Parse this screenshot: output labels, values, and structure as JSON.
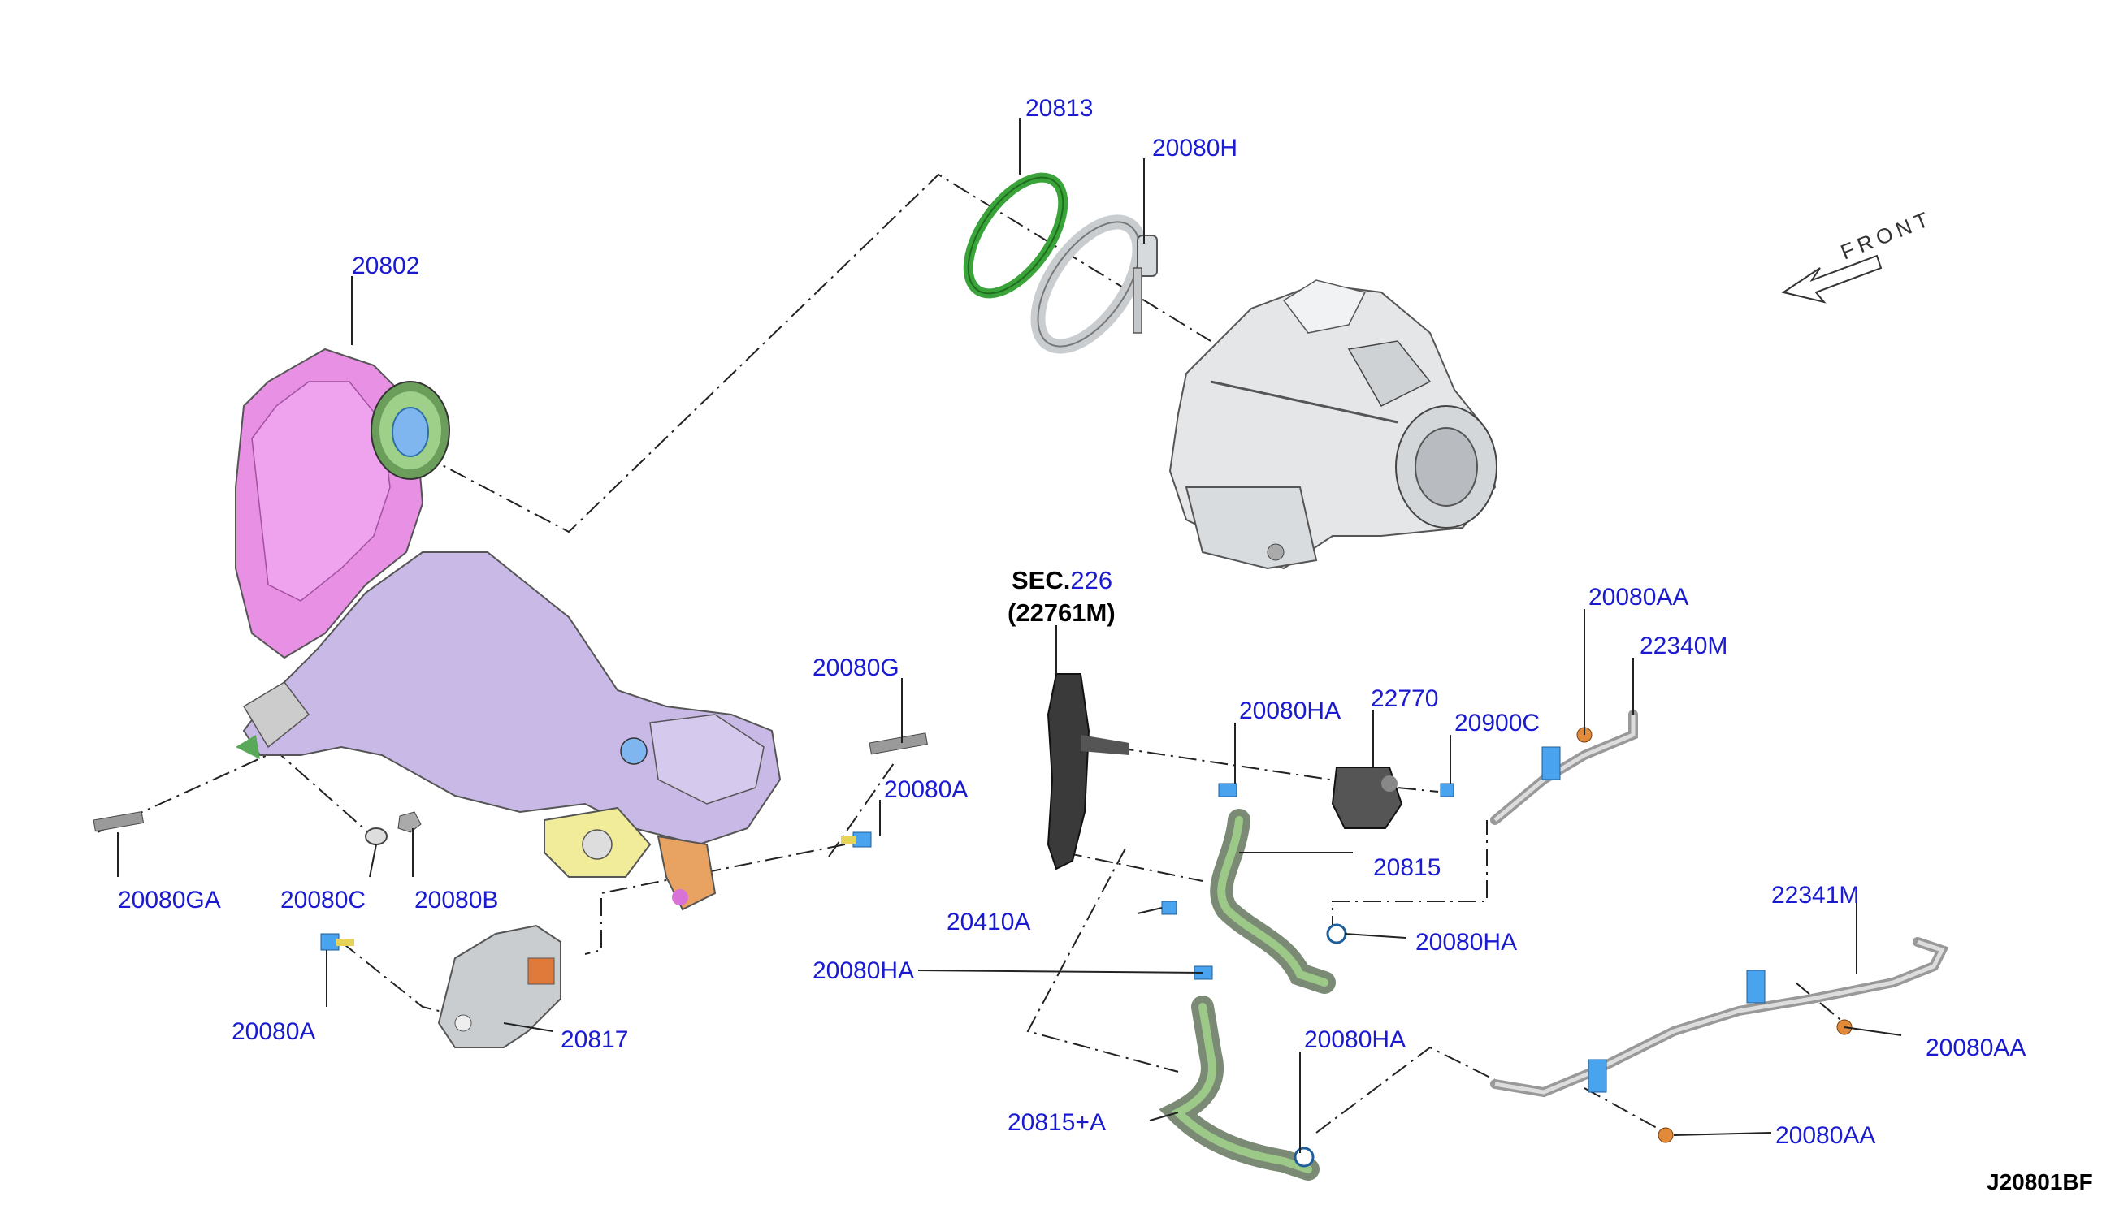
{
  "diagram_id": "J20801BF",
  "front_label": "FRONT",
  "sec_ref": {
    "prefix": "SEC.",
    "number": "226",
    "part": "(22761M)"
  },
  "labels": {
    "p20813": "20813",
    "p20080H": "20080H",
    "p20802": "20802",
    "p20080G": "20080G",
    "p20080A_top": "20080A",
    "p20080GA": "20080GA",
    "p20080C": "20080C",
    "p20080B": "20080B",
    "p20080A_bottom": "20080A",
    "p20817": "20817",
    "p20080HA_top": "20080HA",
    "p22770": "22770",
    "p20900C": "20900C",
    "p20080AA_top": "20080AA",
    "p22340M": "22340M",
    "p20815": "20815",
    "p20410A": "20410A",
    "p20080HA_mid": "20080HA",
    "p20080HA_left": "20080HA",
    "p20080HA_bottom": "20080HA",
    "p22341M": "22341M",
    "p20080AA_mid": "20080AA",
    "p20080AA_bottom": "20080AA",
    "p20815A": "20815+A"
  },
  "colors": {
    "label_blue": "#1a1ad0",
    "heat_shield_magenta": "#e88fe6",
    "catalyst_lavender": "#c7b7e6",
    "gasket_green": "#3aa33a",
    "clamp_grey": "#c9cdd0",
    "bolt_blue": "#4aa3ee",
    "bolt_orange": "#e08a3a",
    "hose_green": "#8fbf78",
    "bracket_yellow": "#f1ec9a"
  }
}
